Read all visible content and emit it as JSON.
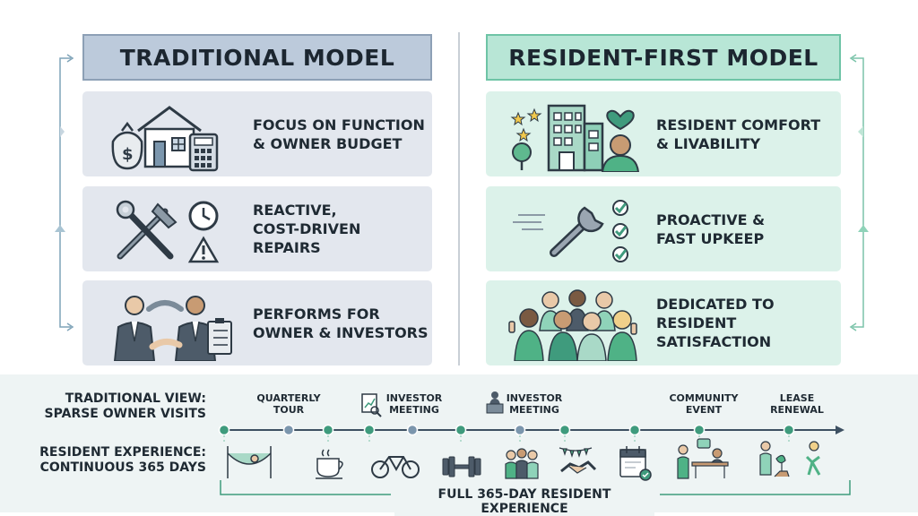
{
  "colors": {
    "traditional": "#bccadb",
    "resident": "#b8e6d6",
    "accent_green": "#3f9b7d",
    "navy": "#3d5062"
  },
  "traditional": {
    "title": "TRADITIONAL MODEL",
    "cards": [
      {
        "text": "FOCUS ON FUNCTION\n& OWNER BUDGET",
        "icon": "house-money-icon"
      },
      {
        "text": "REACTIVE,\nCOST-DRIVEN\nREPAIRS",
        "icon": "tools-clock-warning-icon"
      },
      {
        "text": "PERFORMS FOR\nOWNER & INVESTORS",
        "icon": "handshake-businessmen-icon"
      }
    ]
  },
  "resident": {
    "title": "RESIDENT-FIRST MODEL",
    "cards": [
      {
        "text": "RESIDENT COMFORT\n& LIVABILITY",
        "icon": "building-resident-icon"
      },
      {
        "text": "PROACTIVE &\nFAST UPKEEP",
        "icon": "wrench-checks-icon"
      },
      {
        "text": "DEDICATED TO\nRESIDENT\nSATISFACTION",
        "icon": "happy-residents-icon"
      }
    ]
  },
  "timeline": {
    "traditional_label": "TRADITIONAL VIEW:\nSPARSE OWNER VISITS",
    "resident_label": "RESIDENT EXPERIENCE:\nCONTINUOUS 365 DAYS",
    "events": [
      {
        "label": "QUARTERLY\nTOUR"
      },
      {
        "label": "INVESTOR\nMEETING"
      },
      {
        "label": "INVESTOR\nMEETING"
      },
      {
        "label": "COMMUNITY\nEVENT"
      },
      {
        "label": "LEASE\nRENEWAL"
      }
    ],
    "footer": "FULL 365-DAY RESIDENT EXPERIENCE"
  }
}
